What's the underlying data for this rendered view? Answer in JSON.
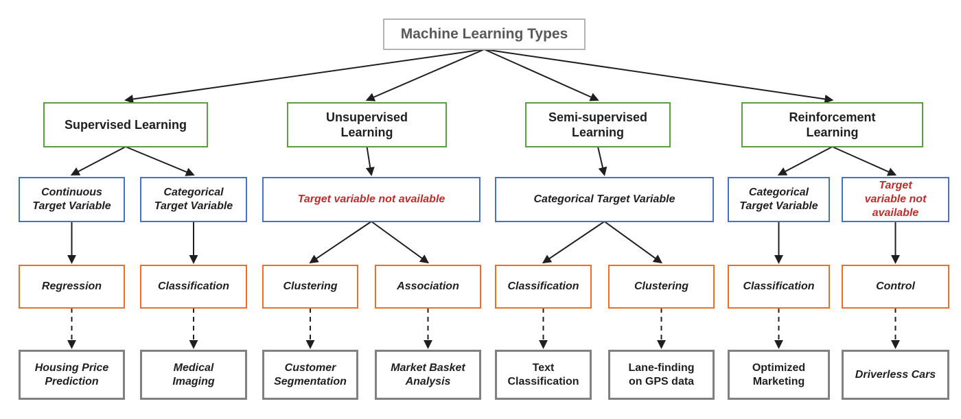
{
  "diagram": {
    "colors": {
      "root_border": "#b3b3b3",
      "category_border": "#5b9e42",
      "target_border": "#4472c4",
      "method_border": "#ed6f26",
      "example_border": "#808080",
      "warn_text": "#c22b2b",
      "arrow": "#1f1f1f"
    },
    "nodes": {
      "root": {
        "label": "Machine Learning Types"
      },
      "supervised": {
        "label": "Supervised Learning"
      },
      "unsupervised": {
        "label": "Unsupervised Learning"
      },
      "semi": {
        "label": "Semi-supervised Learning"
      },
      "reinforcement": {
        "label": "Reinforcement Learning"
      },
      "cont_tv": {
        "label": "Continuous Target Variable"
      },
      "cat_tv_sup": {
        "label": "Categorical Target Variable"
      },
      "no_tv_unsup": {
        "label": "Target variable not available"
      },
      "cat_tv_semi": {
        "label": "Categorical Target Variable"
      },
      "cat_tv_reinf": {
        "label": "Categorical Target Variable"
      },
      "no_tv_reinf": {
        "label": "Target variable not available"
      },
      "regression": {
        "label": "Regression"
      },
      "classification_sup": {
        "label": "Classification"
      },
      "clustering_unsup": {
        "label": "Clustering"
      },
      "association": {
        "label": "Association"
      },
      "classification_semi": {
        "label": "Classification"
      },
      "clustering_semi": {
        "label": "Clustering"
      },
      "classification_reinf": {
        "label": "Classification"
      },
      "control": {
        "label": "Control"
      },
      "housing": {
        "label": "Housing Price Prediction"
      },
      "medical": {
        "label": "Medical Imaging"
      },
      "customer": {
        "label": "Customer Segmentation"
      },
      "market": {
        "label": "Market Basket Analysis"
      },
      "text_cls": {
        "label": "Text Classification"
      },
      "lane": {
        "label": "Lane-finding on GPS data"
      },
      "optimized": {
        "label": "Optimized Marketing"
      },
      "driverless": {
        "label": "Driverless Cars"
      }
    },
    "edges": [
      {
        "from": "root",
        "to": "supervised",
        "style": "solid"
      },
      {
        "from": "root",
        "to": "unsupervised",
        "style": "solid"
      },
      {
        "from": "root",
        "to": "semi",
        "style": "solid"
      },
      {
        "from": "root",
        "to": "reinforcement",
        "style": "solid"
      },
      {
        "from": "supervised",
        "to": "cont_tv",
        "style": "solid"
      },
      {
        "from": "supervised",
        "to": "cat_tv_sup",
        "style": "solid"
      },
      {
        "from": "unsupervised",
        "to": "no_tv_unsup",
        "style": "solid"
      },
      {
        "from": "semi",
        "to": "cat_tv_semi",
        "style": "solid"
      },
      {
        "from": "reinforcement",
        "to": "cat_tv_reinf",
        "style": "solid"
      },
      {
        "from": "reinforcement",
        "to": "no_tv_reinf",
        "style": "solid"
      },
      {
        "from": "cont_tv",
        "to": "regression",
        "style": "solid"
      },
      {
        "from": "cat_tv_sup",
        "to": "classification_sup",
        "style": "solid"
      },
      {
        "from": "no_tv_unsup",
        "to": "clustering_unsup",
        "style": "solid"
      },
      {
        "from": "no_tv_unsup",
        "to": "association",
        "style": "solid"
      },
      {
        "from": "cat_tv_semi",
        "to": "classification_semi",
        "style": "solid"
      },
      {
        "from": "cat_tv_semi",
        "to": "clustering_semi",
        "style": "solid"
      },
      {
        "from": "cat_tv_reinf",
        "to": "classification_reinf",
        "style": "solid"
      },
      {
        "from": "no_tv_reinf",
        "to": "control",
        "style": "solid"
      },
      {
        "from": "regression",
        "to": "housing",
        "style": "dashed"
      },
      {
        "from": "classification_sup",
        "to": "medical",
        "style": "dashed"
      },
      {
        "from": "clustering_unsup",
        "to": "customer",
        "style": "dashed"
      },
      {
        "from": "association",
        "to": "market",
        "style": "dashed"
      },
      {
        "from": "classification_semi",
        "to": "text_cls",
        "style": "dashed"
      },
      {
        "from": "clustering_semi",
        "to": "lane",
        "style": "dashed"
      },
      {
        "from": "classification_reinf",
        "to": "optimized",
        "style": "dashed"
      },
      {
        "from": "control",
        "to": "driverless",
        "style": "dashed"
      }
    ]
  }
}
